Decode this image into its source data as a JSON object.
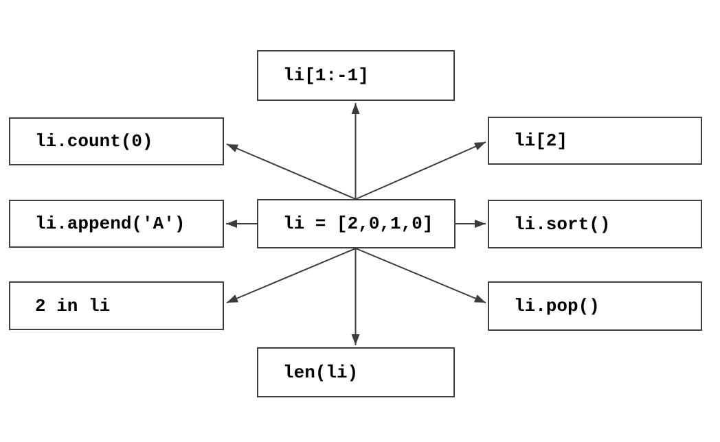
{
  "diagram": {
    "title": "python-list-operations-diagram",
    "center": {
      "id": "center",
      "label": "li = [2,0,1,0]"
    },
    "nodes": [
      {
        "id": "slice",
        "label": "li[1:-1]",
        "position": "top"
      },
      {
        "id": "count",
        "label": "li.count(0)",
        "position": "top-left"
      },
      {
        "id": "index",
        "label": "li[2]",
        "position": "top-right"
      },
      {
        "id": "append",
        "label": "li.append('A')",
        "position": "left"
      },
      {
        "id": "sort",
        "label": "li.sort()",
        "position": "right"
      },
      {
        "id": "contains",
        "label": "2 in li",
        "position": "bottom-left"
      },
      {
        "id": "pop",
        "label": "li.pop()",
        "position": "bottom-right"
      },
      {
        "id": "len",
        "label": "len(li)",
        "position": "bottom"
      }
    ],
    "edges": [
      {
        "from": "center",
        "to": "slice"
      },
      {
        "from": "center",
        "to": "count"
      },
      {
        "from": "center",
        "to": "index"
      },
      {
        "from": "center",
        "to": "append"
      },
      {
        "from": "center",
        "to": "sort"
      },
      {
        "from": "center",
        "to": "contains"
      },
      {
        "from": "center",
        "to": "pop"
      },
      {
        "from": "center",
        "to": "len"
      }
    ],
    "colors": {
      "box_border": "#404040",
      "arrow": "#3c3c3c",
      "text": "#000000",
      "background": "#ffffff"
    }
  }
}
